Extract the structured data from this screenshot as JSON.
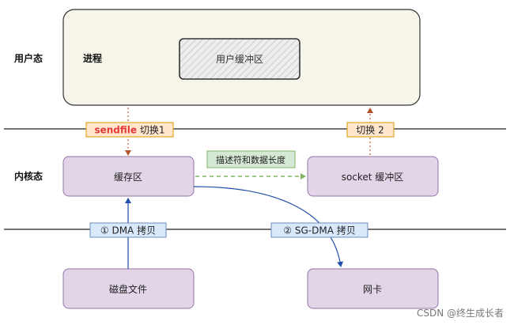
{
  "layers": {
    "user": "用户态",
    "kernel": "内核态"
  },
  "process": {
    "label": "进程",
    "user_buffer": "用户缓冲区"
  },
  "kernel": {
    "cache": "缓存区",
    "socket_buffer": "socket 缓冲区"
  },
  "hardware": {
    "disk": "磁盘文件",
    "nic": "网卡"
  },
  "annotations": {
    "sendfile_keyword": "sendfile",
    "sendfile_suffix": " 切换1",
    "switch2": "切换 2",
    "descriptor": "描述符和数据长度",
    "dma_copy": "① DMA 拷贝",
    "sg_dma_copy": "② SG-DMA 拷贝"
  },
  "watermark": "CSDN @终生成长者",
  "colors": {
    "user_space_fill": "#f7f5ea",
    "kernel_box_fill": "#e1d5e7",
    "kernel_box_stroke": "#9673a6",
    "sendfile_red": "#e53935",
    "label_orange_fill": "#ffe6cc",
    "label_orange_stroke": "#d79b00",
    "green_fill": "#d5e8d4",
    "green_stroke": "#82b366",
    "blue_fill": "#dae8fc",
    "blue_stroke": "#6c8ebf",
    "arrow_blue": "#1f4fa8",
    "arrow_brown": "#b5532a"
  }
}
